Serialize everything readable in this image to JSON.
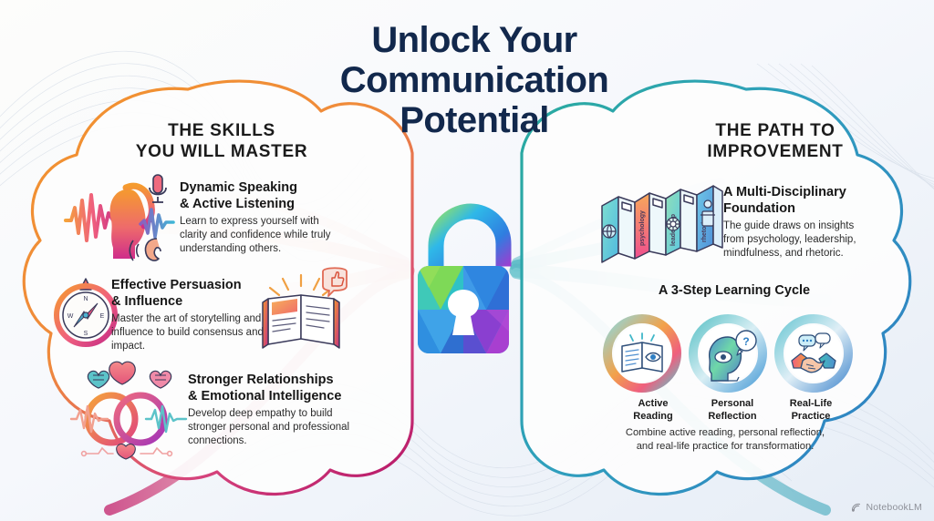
{
  "title": {
    "line1": "Unlock Your",
    "line2": "Communication",
    "line3": "Potential"
  },
  "left_panel": {
    "header_line1": "THE SKILLS",
    "header_line2": "YOU WILL MASTER",
    "accent_start": "#f0892f",
    "accent_end": "#c2206a",
    "items": [
      {
        "title_line1": "Dynamic Speaking",
        "title_line2": "& Active Listening",
        "description": "Learn to express yourself with clarity and confidence while truly understanding others.",
        "icon": "speaking-listening-icon"
      },
      {
        "title_line1": "Effective Persuasion",
        "title_line2": "& Influence",
        "description": "Master the art of storytelling and influence to build consensus and impact.",
        "icon": "compass-icon"
      },
      {
        "title_line1": "Stronger Relationships",
        "title_line2": "& Emotional Intelligence",
        "description": "Develop deep empathy to build stronger personal and professional connections.",
        "icon": "interlocking-rings-icon"
      }
    ]
  },
  "right_panel": {
    "header_line1": "THE PATH TO",
    "header_line2": "IMPROVEMENT",
    "accent_start": "#2aa9a3",
    "accent_end": "#2f7fc4",
    "foundation": {
      "title_line1": "A Multi-Disciplinary",
      "title_line2": "Foundation",
      "description": "The guide draws on insights from psychology, leadership, mindfulness, and rhetoric.",
      "icon": "stack-of-books-icon",
      "book_spines": [
        "psychology",
        "leadership",
        "rhetoric"
      ]
    },
    "cycle": {
      "title": "A 3-Step Learning Cycle",
      "steps": [
        {
          "label_line1": "Active",
          "label_line2": "Reading",
          "icon": "open-book-eye-icon"
        },
        {
          "label_line1": "Personal",
          "label_line2": "Reflection",
          "icon": "head-question-icon"
        },
        {
          "label_line1": "Real-Life",
          "label_line2": "Practice",
          "icon": "handshake-icon"
        }
      ],
      "caption_line1": "Combine active reading, personal reflection,",
      "caption_line2": "and real-life practice for transformation."
    }
  },
  "center": {
    "icon": "open-padlock-icon"
  },
  "watermark": {
    "label": "NotebookLM",
    "icon": "notebooklm-logo-icon"
  },
  "palette": {
    "title_color": "#12284c",
    "body_text": "#2b2b2b",
    "background_start": "#fdfdfb",
    "background_end": "#e8eef6"
  }
}
